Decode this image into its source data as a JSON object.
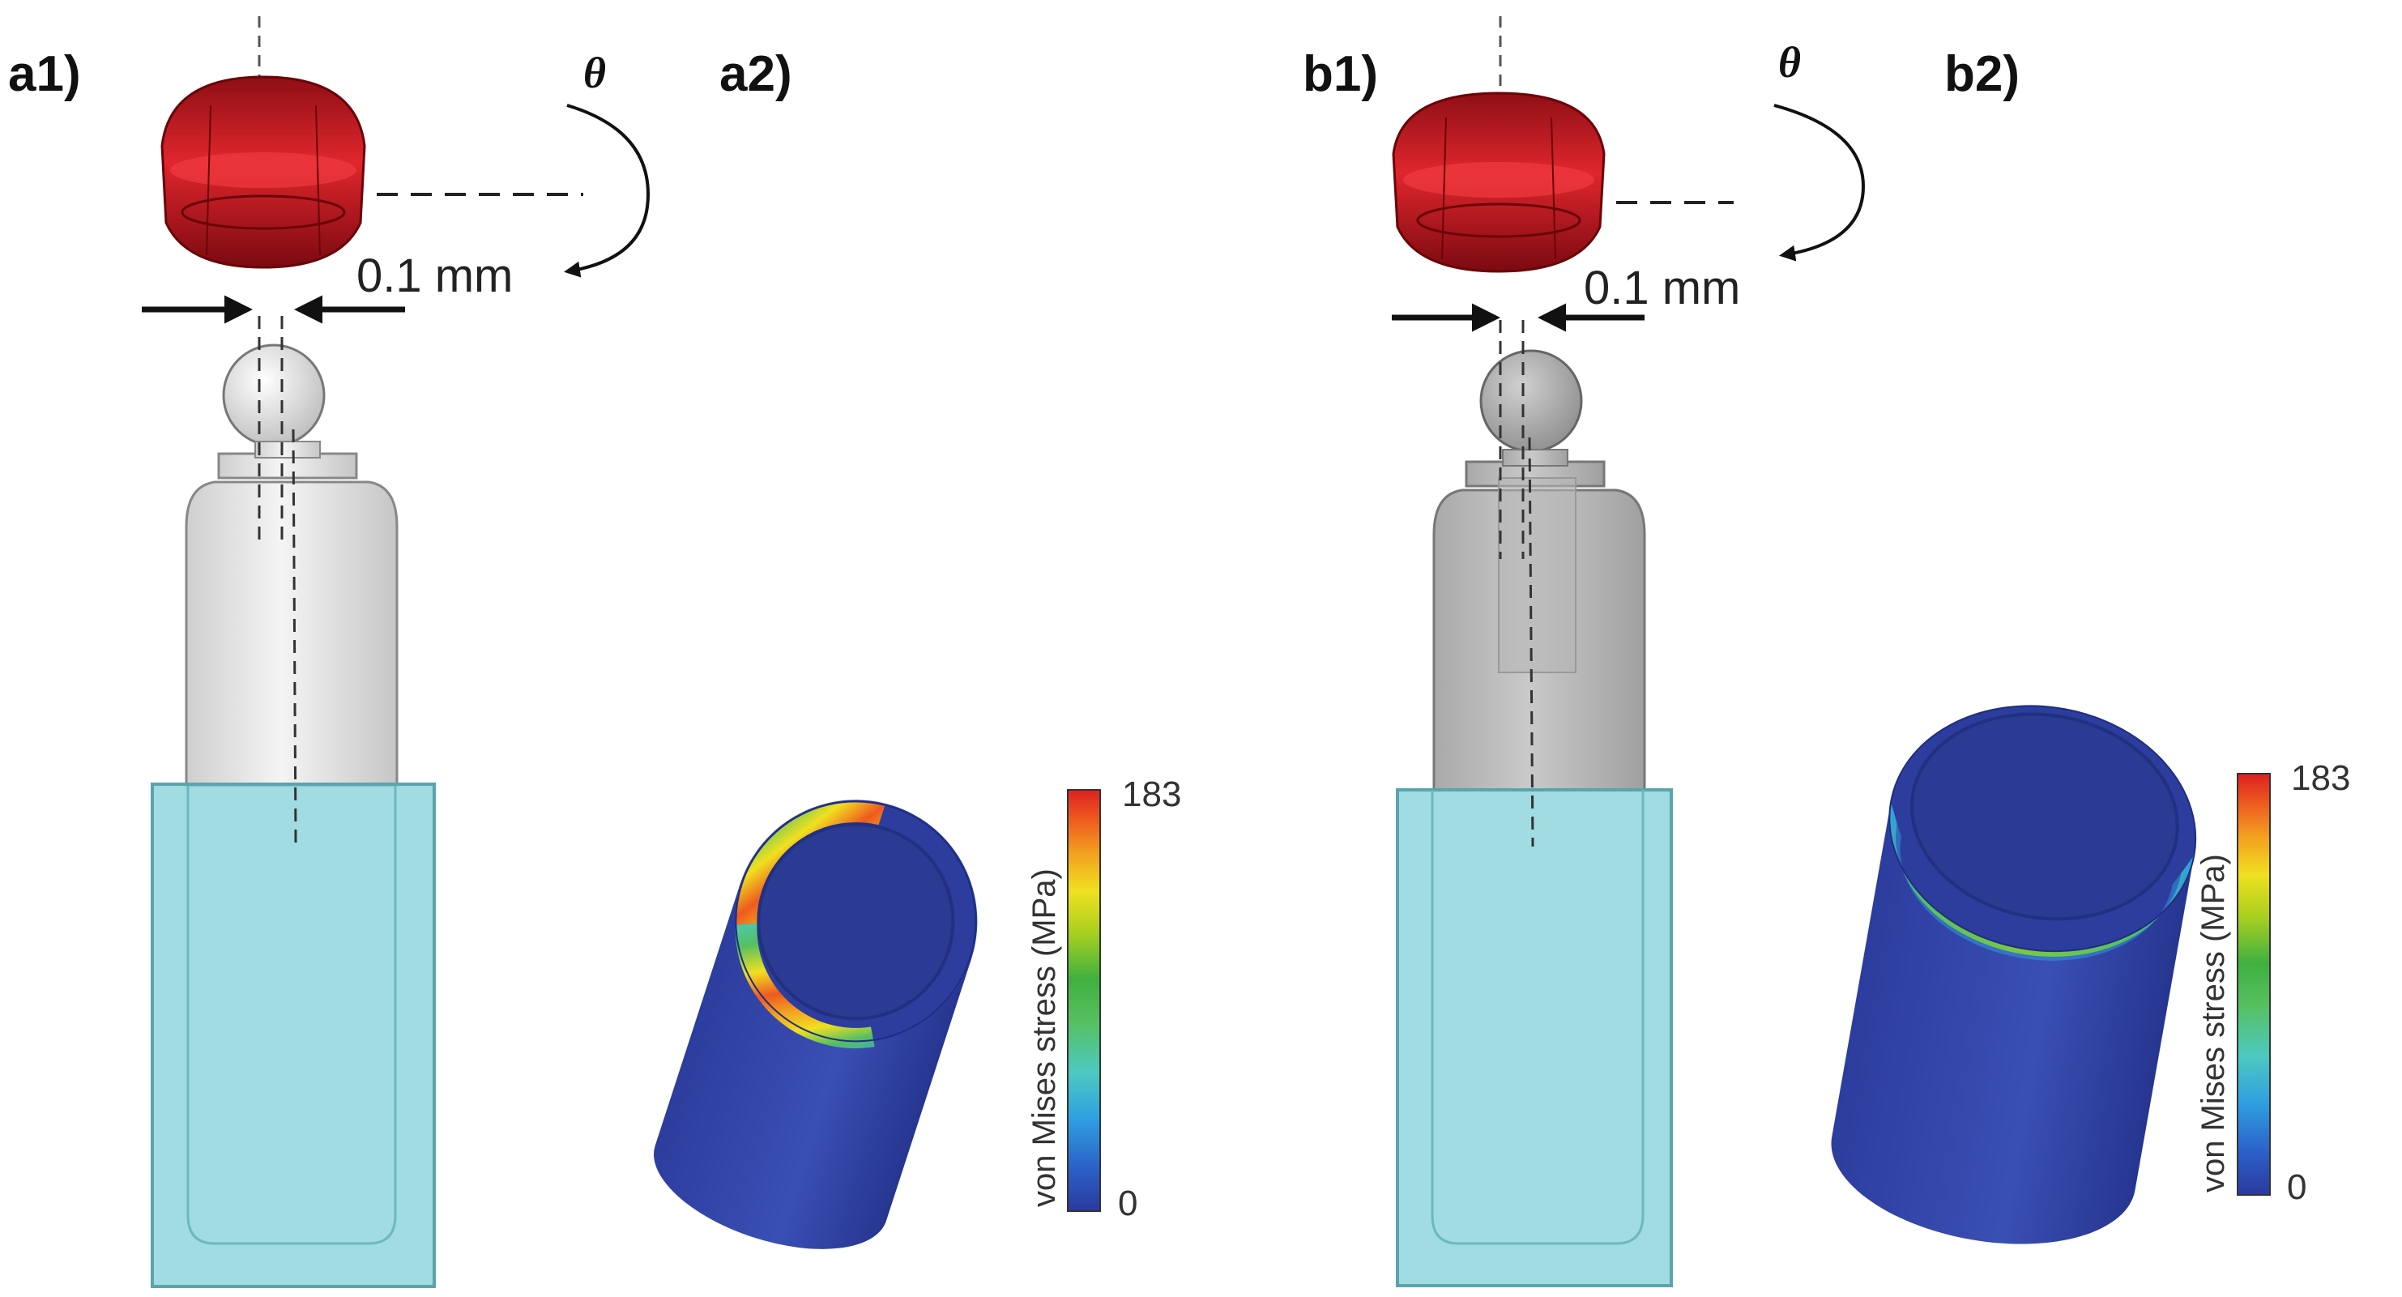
{
  "panels": {
    "a1": {
      "label": "a1)",
      "angle_symbol": "θ",
      "offset_label": "0.1 mm"
    },
    "a2": {
      "label": "a2)"
    },
    "b1": {
      "label": "b1)",
      "angle_symbol": "θ",
      "offset_label": "0.1 mm"
    },
    "b2": {
      "label": "b2)"
    }
  },
  "colorbar": {
    "title": "von Mises stress (MPa)",
    "max_label": "183",
    "min_label": "0",
    "stops": [
      "#2b3a9e",
      "#2b5fc8",
      "#2fa0e0",
      "#4dc9c0",
      "#56c060",
      "#3fb040",
      "#a8d020",
      "#f0e020",
      "#f3a020",
      "#ee5a20",
      "#dd2020"
    ]
  },
  "colors": {
    "cap_red": "#c8161d",
    "socket_fill": "#8fd6dc",
    "socket_stroke": "#5aa5ad",
    "abutment_light": "#e9e9e9",
    "abutment_dark": "#bdbdbd",
    "stress_low": "#2c3d9e"
  }
}
